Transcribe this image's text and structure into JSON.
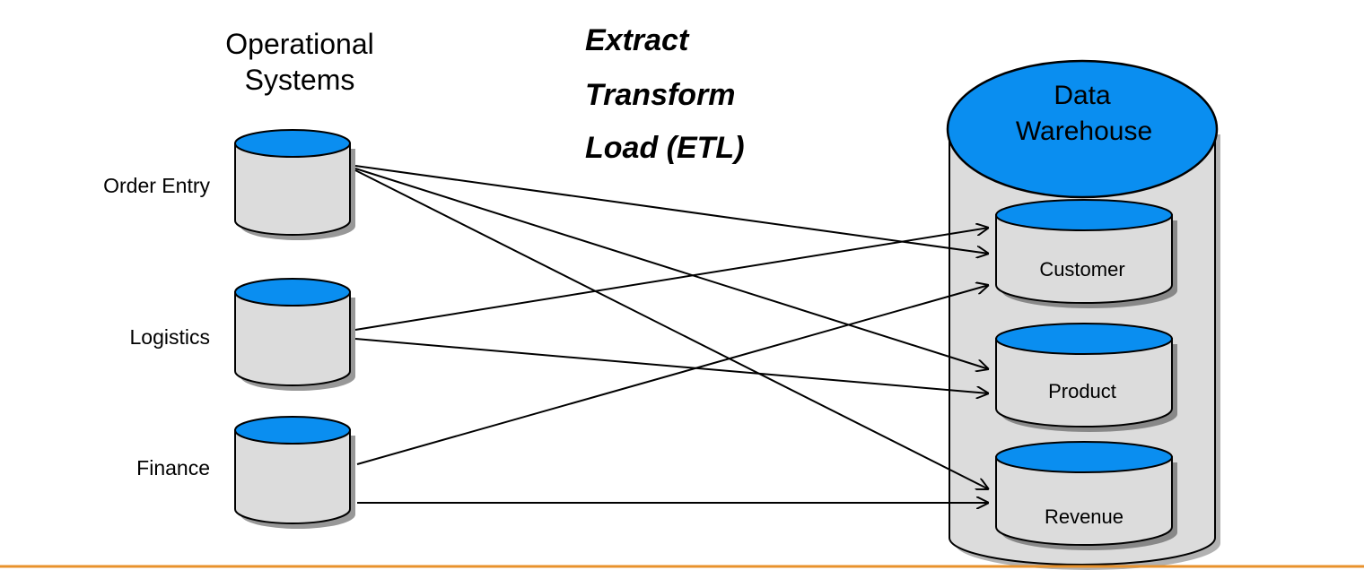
{
  "header": {
    "sources_heading_line1": "Operational",
    "sources_heading_line2": "Systems",
    "etl_line1": "Extract",
    "etl_line2": "Transform",
    "etl_line3": "Load (ETL)"
  },
  "sources": [
    {
      "id": "order-entry",
      "label": "Order Entry"
    },
    {
      "id": "logistics",
      "label": "Logistics"
    },
    {
      "id": "finance",
      "label": "Finance"
    }
  ],
  "warehouse": {
    "title_line1": "Data",
    "title_line2": "Warehouse",
    "tables": [
      {
        "id": "customer",
        "label": "Customer"
      },
      {
        "id": "product",
        "label": "Product"
      },
      {
        "id": "revenue",
        "label": "Revenue"
      }
    ]
  },
  "flows": [
    {
      "from": "order-entry",
      "to": "customer"
    },
    {
      "from": "order-entry",
      "to": "product"
    },
    {
      "from": "order-entry",
      "to": "revenue"
    },
    {
      "from": "logistics",
      "to": "customer"
    },
    {
      "from": "logistics",
      "to": "product"
    },
    {
      "from": "finance",
      "to": "customer"
    },
    {
      "from": "finance",
      "to": "revenue"
    }
  ],
  "colors": {
    "cylinder_top": "#0a8ef0",
    "cylinder_body": "#dcdcdc",
    "outline": "#000000",
    "footer_rule": "#e8922c"
  }
}
